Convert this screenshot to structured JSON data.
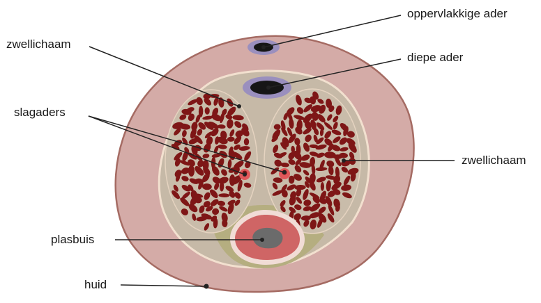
{
  "labels": {
    "superficial_vein": "oppervlakkige ader",
    "deep_vein": "diepe ader",
    "erectile_tissue_left": "zwellichaam",
    "erectile_tissue_right": "zwellichaam",
    "arteries": "slagaders",
    "urethra": "plasbuis",
    "skin": "huid"
  },
  "colors": {
    "skin": "#d4aba7",
    "skin_border": "#a56b63",
    "inner_fill": "#c6b9a7",
    "inner_border": "#f2e0cf",
    "cavernous_spaces": "#7e1616",
    "artery": "#e0585a",
    "urethra_body": "#cf6565",
    "urethra_ring": "#f1dcd6",
    "urethra_lumen": "#6b6b6b",
    "vein_ring": "#9a8fbe",
    "vein_core": "#161616",
    "spongy_bed": "#b5ae80"
  }
}
